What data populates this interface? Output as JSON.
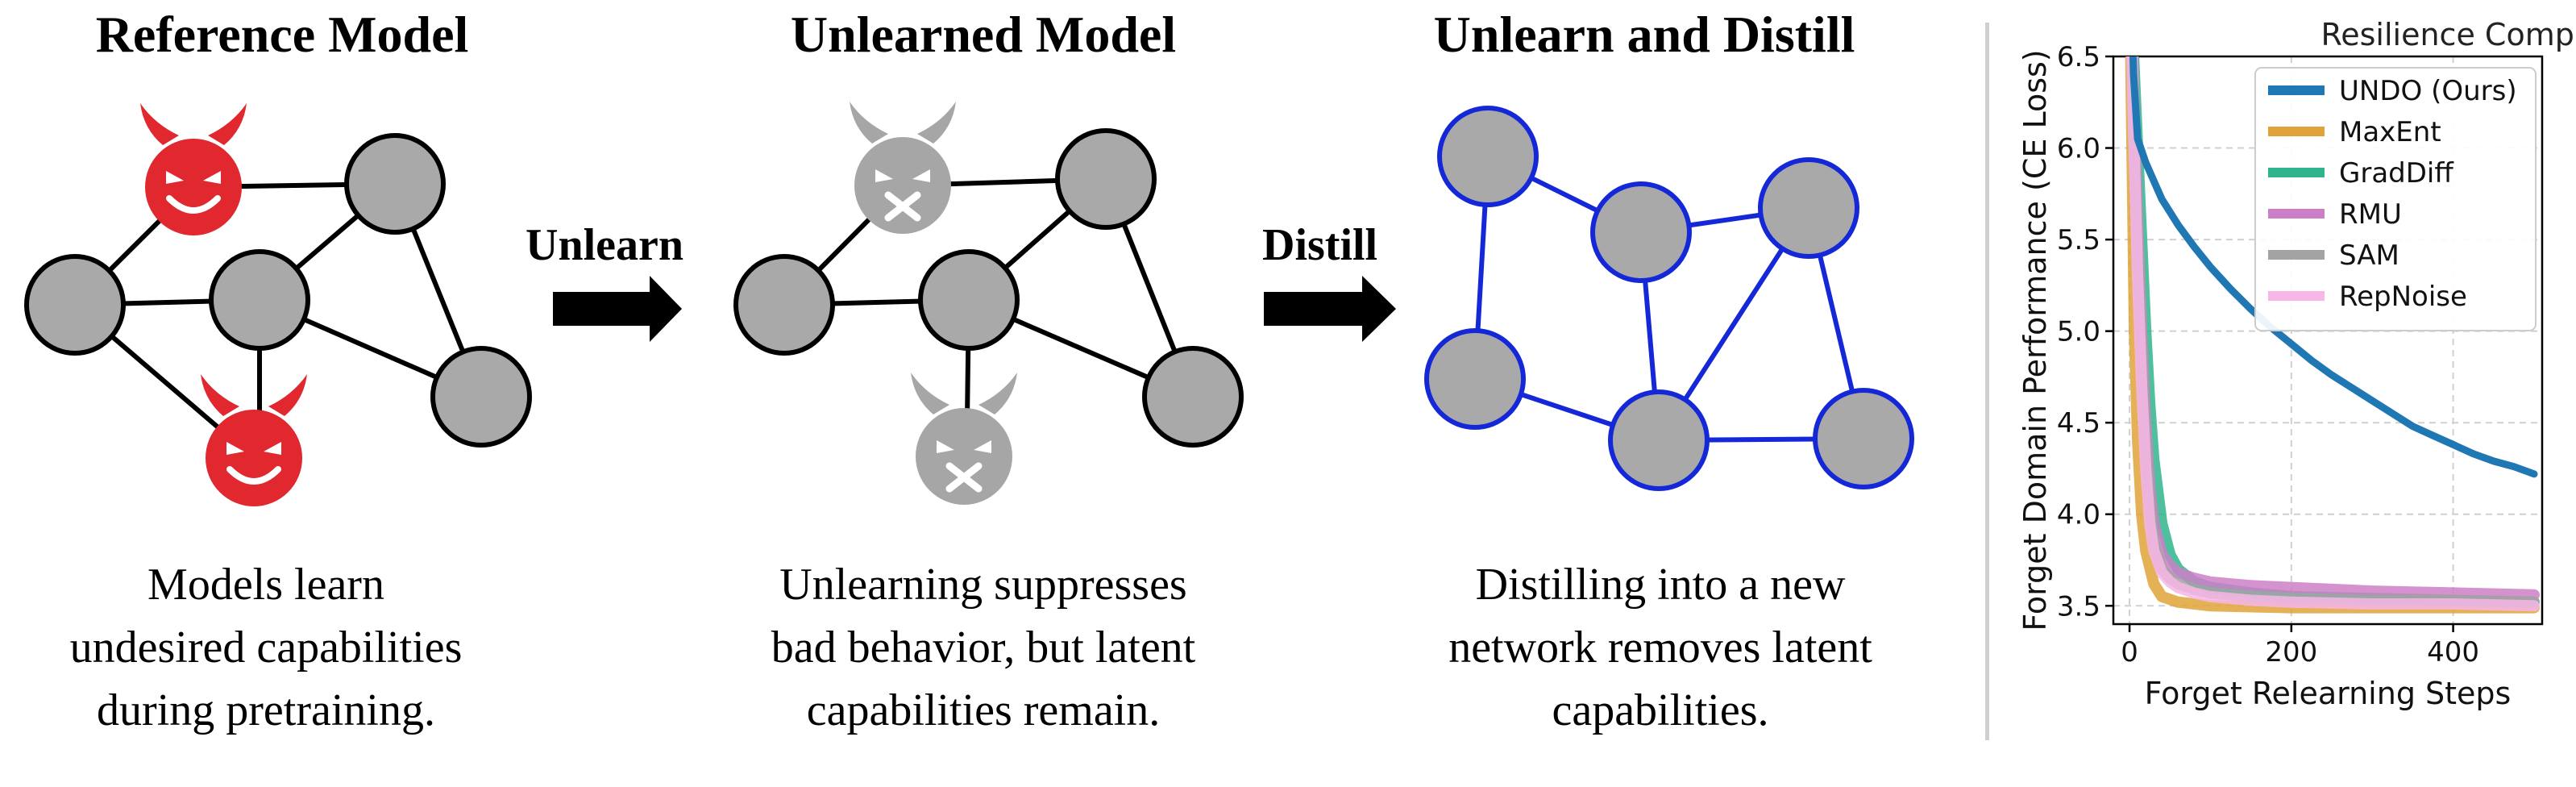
{
  "panels": [
    {
      "title": "Reference Model",
      "caption": "Models learn\nundesired capabilities\nduring pretraining."
    },
    {
      "title": "Unlearned Model",
      "caption": "Unlearning suppresses\nbad behavior, but latent\ncapabilities remain."
    },
    {
      "title": "Unlearn and Distill",
      "caption": "Distilling into a new\nnetwork removes latent\ncapabilities."
    }
  ],
  "arrows": [
    {
      "label": "Unlearn"
    },
    {
      "label": "Distill"
    }
  ],
  "colors": {
    "node_fill": "#a9a9a9",
    "edge_black": "#000000",
    "edge_blue": "#1428d8",
    "devil_red": "#e0282e",
    "devil_gray": "#a6a6a6"
  },
  "icons": {
    "bad_capability": "devil-face-icon",
    "suppressed_capability": "muted-devil-face-icon"
  },
  "chart_data": {
    "type": "line",
    "title": "Resilience Comparison",
    "xlabel": "Forget Relearning Steps",
    "ylabel": "Forget Domain Performance (CE Loss)",
    "xlim": [
      -20,
      510
    ],
    "ylim": [
      3.4,
      6.5
    ],
    "xticks": [
      "0",
      "200",
      "400"
    ],
    "xtick_values": [
      0,
      200,
      400
    ],
    "yticks": [
      "3.5",
      "4.0",
      "4.5",
      "5.0",
      "5.5",
      "6.0",
      "6.5"
    ],
    "ytick_values": [
      3.5,
      4.0,
      4.5,
      5.0,
      5.5,
      6.0,
      6.5
    ],
    "grid": true,
    "legend_position": "top-right",
    "series": [
      {
        "name": "UNDO (Ours)",
        "color": "#1f77b4",
        "x": [
          0,
          5,
          10,
          20,
          30,
          40,
          50,
          60,
          80,
          100,
          125,
          150,
          175,
          200,
          225,
          250,
          275,
          300,
          325,
          350,
          375,
          400,
          425,
          450,
          475,
          500
        ],
        "y": [
          7.2,
          6.4,
          6.05,
          5.92,
          5.82,
          5.72,
          5.65,
          5.58,
          5.46,
          5.35,
          5.23,
          5.12,
          5.02,
          4.93,
          4.84,
          4.76,
          4.69,
          4.62,
          4.55,
          4.48,
          4.43,
          4.38,
          4.33,
          4.29,
          4.26,
          4.22
        ]
      },
      {
        "name": "MaxEnt",
        "color": "#e0a33a",
        "x": [
          0,
          3,
          6,
          10,
          15,
          20,
          30,
          40,
          60,
          100,
          200,
          300,
          400,
          500
        ],
        "y": [
          7.0,
          6.0,
          5.0,
          4.4,
          4.0,
          3.8,
          3.62,
          3.55,
          3.52,
          3.5,
          3.49,
          3.49,
          3.49,
          3.49
        ]
      },
      {
        "name": "GradDiff",
        "color": "#2fb58d",
        "x": [
          0,
          5,
          10,
          15,
          20,
          25,
          30,
          40,
          50,
          60,
          80,
          100,
          150,
          200,
          300,
          400,
          500
        ],
        "y": [
          7.2,
          6.5,
          6.0,
          5.5,
          5.0,
          4.6,
          4.3,
          3.95,
          3.78,
          3.7,
          3.63,
          3.6,
          3.57,
          3.55,
          3.54,
          3.53,
          3.52
        ]
      },
      {
        "name": "RMU",
        "color": "#cc7fc7",
        "x": [
          0,
          5,
          10,
          15,
          20,
          25,
          30,
          40,
          50,
          60,
          80,
          100,
          150,
          200,
          300,
          400,
          500
        ],
        "y": [
          7.2,
          6.3,
          5.6,
          5.0,
          4.5,
          4.15,
          3.95,
          3.78,
          3.72,
          3.68,
          3.65,
          3.63,
          3.61,
          3.6,
          3.58,
          3.57,
          3.56
        ]
      },
      {
        "name": "SAM",
        "color": "#a3a3a3",
        "x": [
          0,
          5,
          10,
          15,
          20,
          25,
          30,
          40,
          50,
          60,
          80,
          100,
          150,
          200,
          300,
          400,
          500
        ],
        "y": [
          7.1,
          6.2,
          5.5,
          4.9,
          4.4,
          4.05,
          3.85,
          3.7,
          3.65,
          3.62,
          3.59,
          3.57,
          3.55,
          3.54,
          3.53,
          3.53,
          3.52
        ]
      },
      {
        "name": "RepNoise",
        "color": "#f7b6e6",
        "x": [
          0,
          5,
          10,
          15,
          20,
          25,
          30,
          40,
          50,
          60,
          80,
          100,
          150,
          200,
          300,
          400,
          500
        ],
        "y": [
          7.1,
          6.1,
          5.3,
          4.7,
          4.25,
          3.95,
          3.8,
          3.68,
          3.63,
          3.6,
          3.57,
          3.55,
          3.53,
          3.52,
          3.51,
          3.51,
          3.5
        ]
      }
    ]
  }
}
